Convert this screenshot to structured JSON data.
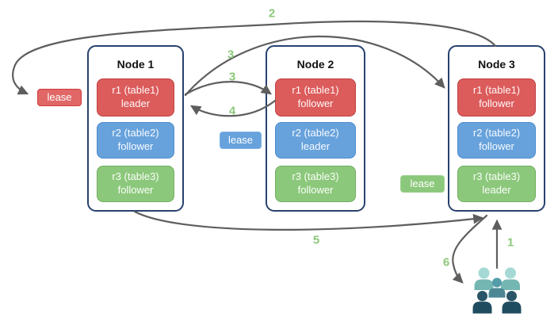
{
  "diagram": {
    "nodes": [
      {
        "title": "Node 1",
        "replicas": [
          {
            "label": "r1 (table1)",
            "role": "leader",
            "color": "#dc5b5b"
          },
          {
            "label": "r2 (table2)",
            "role": "follower",
            "color": "#67a2dc"
          },
          {
            "label": "r3 (table3)",
            "role": "follower",
            "color": "#8cc87c"
          }
        ]
      },
      {
        "title": "Node 2",
        "replicas": [
          {
            "label": "r1 (table1)",
            "role": "follower",
            "color": "#dc5b5b"
          },
          {
            "label": "r2 (table2)",
            "role": "leader",
            "color": "#67a2dc"
          },
          {
            "label": "r3 (table3)",
            "role": "follower",
            "color": "#8cc87c"
          }
        ]
      },
      {
        "title": "Node 3",
        "replicas": [
          {
            "label": "r1 (table1)",
            "role": "follower",
            "color": "#dc5b5b"
          },
          {
            "label": "r2 (table2)",
            "role": "follower",
            "color": "#67a2dc"
          },
          {
            "label": "r3 (table3)",
            "role": "leader",
            "color": "#8cc87c"
          }
        ]
      }
    ],
    "leases": [
      {
        "label": "lease",
        "for": "r1 (table1) leader on Node 1",
        "color": "#e16767"
      },
      {
        "label": "lease",
        "for": "r2 (table2) leader on Node 2",
        "color": "#67a2dc"
      },
      {
        "label": "lease",
        "for": "r3 (table3) leader on Node 3",
        "color": "#8cc87c"
      }
    ],
    "step_labels": [
      "1",
      "2",
      "3",
      "3",
      "4",
      "5",
      "6"
    ],
    "arrows": [
      {
        "step": "1",
        "from": "users group",
        "to": "Node 3 (bottom)"
      },
      {
        "step": "2",
        "from": "Node 3 (top)",
        "to": "lease badge left of Node 1"
      },
      {
        "step": "3",
        "from": "Node 1 r1 leader",
        "to": "Node 2 r1 follower"
      },
      {
        "step": "3",
        "from": "Node 1 r1 leader",
        "to": "Node 3 r1 follower"
      },
      {
        "step": "4",
        "from": "Node 2 r1 follower",
        "to": "Node 1 r1 leader"
      },
      {
        "step": "5",
        "from": "Node 1 (bottom)",
        "to": "Node 3 r3 leader (bottom)"
      },
      {
        "step": "6",
        "from": "Node 3 (bottom)",
        "to": "users group"
      }
    ],
    "colors": {
      "replica_red": "#dc5b5b",
      "replica_blue": "#67a2dc",
      "replica_green": "#8cc87c",
      "node_border": "#28426e",
      "arrow_gray": "#5e5e5e",
      "step_number_green": "#8cc87a"
    },
    "icons": {
      "users_group": "users-group-icon"
    }
  }
}
